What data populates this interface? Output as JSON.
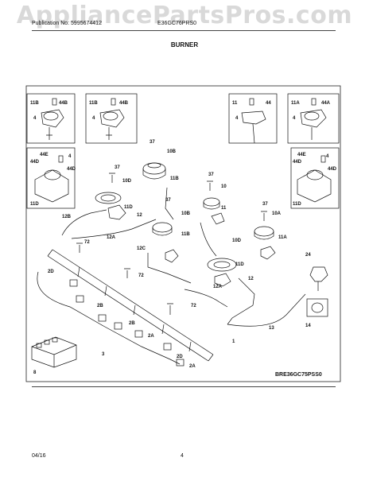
{
  "watermark": "AppliancePartsPros.com",
  "header": {
    "publication": "Publication No: 5995674412",
    "model": "E36GC76PRS0",
    "title": "BURNER"
  },
  "diagram_code": "BRE36GC75PSS0",
  "footer": {
    "date": "04/16",
    "page": "4"
  },
  "callouts": {
    "b11b_1": "11B",
    "b44b_1": "44B",
    "b4_1": "4",
    "b11b_2": "11B",
    "b44b_2": "44B",
    "b4_2": "4",
    "b11": "11",
    "b44": "44",
    "b4_3": "4",
    "b11a": "11A",
    "b44a": "44A",
    "b4_4": "4",
    "l44e": "44E",
    "l44d": "44D",
    "l44d2": "44D",
    "l4": "4",
    "l11d": "11D",
    "r44e": "44E",
    "r44d": "44D",
    "r44d2": "44D",
    "r4": "4",
    "r11d": "11D",
    "c37a": "37",
    "c10b": "10B",
    "c37b": "37",
    "c10d": "10D",
    "c11b_a": "11B",
    "c37c": "37",
    "c10": "10",
    "c11": "11",
    "c37d": "37",
    "c10a": "10A",
    "c11a": "11A",
    "c11d_a": "11D",
    "c12b": "12B",
    "c12": "12",
    "c12a_a": "12A",
    "c37e": "37",
    "c10b_2": "10B",
    "c11b_b": "11B",
    "c10d_2": "10D",
    "c11d_b": "11D",
    "c72a": "72",
    "c72b": "72",
    "c72c": "72",
    "c12c": "12C",
    "c12a_b": "12A",
    "c12_b": "12",
    "c24": "24",
    "c14": "14",
    "c13": "13",
    "c2d_a": "2D",
    "c2b_a": "2B",
    "c2b_b": "2B",
    "c2a_a": "2A",
    "c2d_b": "2D",
    "c2a_b": "2A",
    "c3": "3",
    "c1": "1",
    "c8": "8"
  }
}
